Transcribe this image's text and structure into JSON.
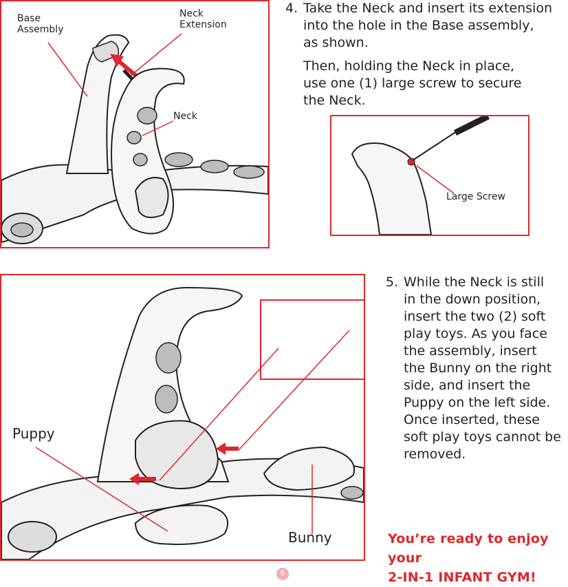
{
  "step4": {
    "number": "4.",
    "text1": [
      "Take the Neck and insert its extension",
      "into the hole in the Base assembly,",
      "as shown."
    ],
    "text2": [
      "Then, holding the Neck in place,",
      "use one (1) large screw to secure",
      "the Neck."
    ],
    "labels": {
      "base_assembly": [
        "Base",
        "Assembly"
      ],
      "neck_extension": [
        "Neck",
        "Extension"
      ],
      "neck": "Neck",
      "large_screw": "Large Screw"
    }
  },
  "step5": {
    "number": "5.",
    "text": [
      "While the Neck is still",
      "in the down position,",
      "insert the two (2) soft",
      "play toys. As you face",
      "the assembly, insert",
      "the Bunny on the right",
      "side, and insert the",
      "Puppy on the left side.",
      "Once inserted, these",
      "soft play toys cannot be",
      "removed."
    ],
    "labels": {
      "puppy": "Puppy",
      "bunny": "Bunny"
    }
  },
  "closing": [
    "You’re ready to enjoy your",
    "2-IN-1 INFANT GYM!"
  ],
  "page_number": "6",
  "colors": {
    "accent": "#e0262b",
    "line": "#231f20",
    "fill_light": "#f3f3f3",
    "fill_gray": "#bdbdbd"
  }
}
